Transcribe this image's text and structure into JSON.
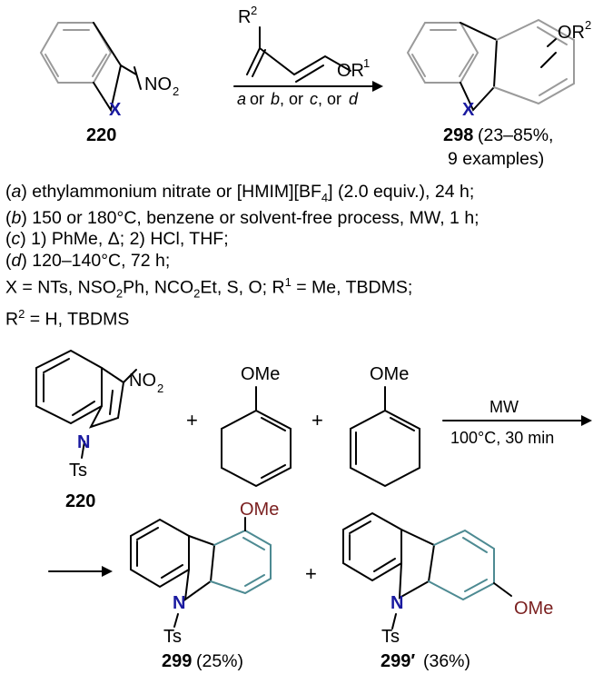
{
  "scheme1": {
    "sm_label": "220",
    "sm_substituent": "NO",
    "sm_sub_index": "2",
    "sm_het": "X",
    "diene_r2": "R",
    "diene_r2_sup": "2",
    "diene_or1": "OR",
    "diene_or1_sup": "1",
    "cond_a": "a",
    "cond_b": "b",
    "cond_c": "c",
    "cond_d": "d",
    "cond_or1": "or",
    "cond_or2": "or",
    "cond_or3": "or",
    "product_group": "OR",
    "product_group_sup": "2",
    "product_het": "X",
    "product_label": "298",
    "product_yield": "(23–85%,",
    "product_examples": "9 examples)"
  },
  "conditions": [
    {
      "letter": "a",
      "pre": "ethylammonium nitrate or [HMIM][BF",
      "sub": "4",
      "post": "] (2.0 equiv.), 24 h;"
    },
    {
      "letter": "b",
      "text": "150 or 180°C, benzene or solvent-free process, MW, 1 h;"
    },
    {
      "letter": "c",
      "text": "1) PhMe, Δ; 2) HCl, THF;"
    },
    {
      "letter": "d",
      "text": "120–140°C, 72 h;"
    }
  ],
  "variables": {
    "x_pre": "X = NTs, NSO",
    "x_sub": "2",
    "x_mid": "Ph, NCO",
    "x_sub2": "2",
    "x_mid2": "Et, S, O; R",
    "x_sup": "1",
    "x_post": " = Me, TBDMS;",
    "r2_pre": "R",
    "r2_sup": "2",
    "r2_post": " = H, TBDMS"
  },
  "scheme2": {
    "sm_no2": "NO",
    "sm_no2_sub": "2",
    "sm_n": "N",
    "sm_ts": "Ts",
    "sm_label": "220",
    "plus1": "+",
    "plus2": "+",
    "plus3": "+",
    "diene1_ome": "OMe",
    "diene2_ome": "OMe",
    "arrow_top": "MW",
    "arrow_bottom": "100°C, 30 min",
    "p1_ome": "OMe",
    "p1_n": "N",
    "p1_ts": "Ts",
    "p1_label": "299",
    "p1_yield": "(25%)",
    "p2_ome": "OMe",
    "p2_n": "N",
    "p2_ts": "Ts",
    "p2_label": "299′",
    "p2_yield": "(36%)"
  },
  "colors": {
    "heteroatom": "#1a1aa0",
    "methoxy": "#7a1f1f",
    "new_ring": "#4d8a92",
    "benzo_ring": "#9a9a9a"
  }
}
